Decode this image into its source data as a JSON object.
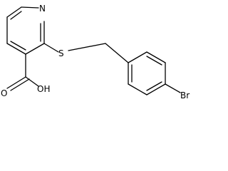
{
  "molecule": {
    "atoms": {
      "nitrogen": "N",
      "sulfur": "S",
      "hydroxyl": "OH",
      "carbonyl_oxygen": "O",
      "bromine": "Br"
    },
    "colors": {
      "bond": "#000000",
      "text": "#000000",
      "background": "#ffffff"
    }
  }
}
